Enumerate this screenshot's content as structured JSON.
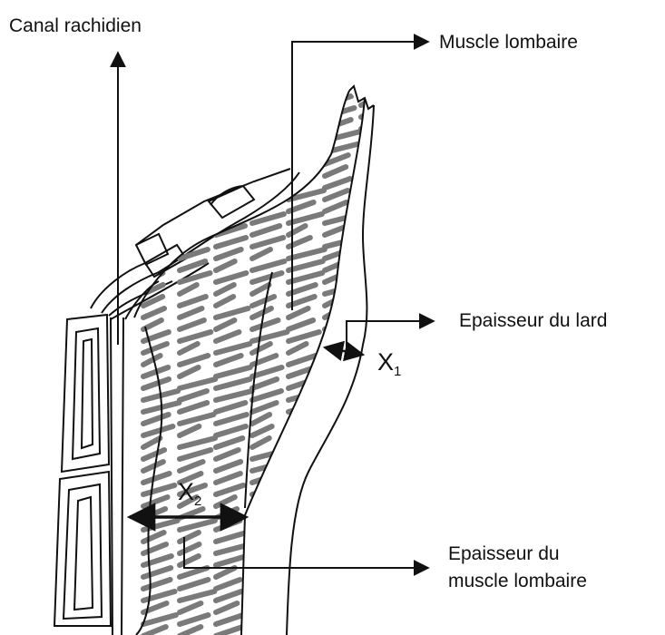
{
  "labels": {
    "canal_rachidien": "Canal rachidien",
    "muscle_lombaire": "Muscle lombaire",
    "epaisseur_lard": "Epaisseur du lard",
    "epaisseur_muscle_line1": "Epaisseur du",
    "epaisseur_muscle_line2": "muscle lombaire"
  },
  "measurements": {
    "x1": {
      "symbol": "X",
      "subscript": "1"
    },
    "x2": {
      "symbol": "X",
      "subscript": "2"
    }
  },
  "colors": {
    "ink": "#111111",
    "hatch": "#7a7a7a",
    "background": "#ffffff"
  }
}
